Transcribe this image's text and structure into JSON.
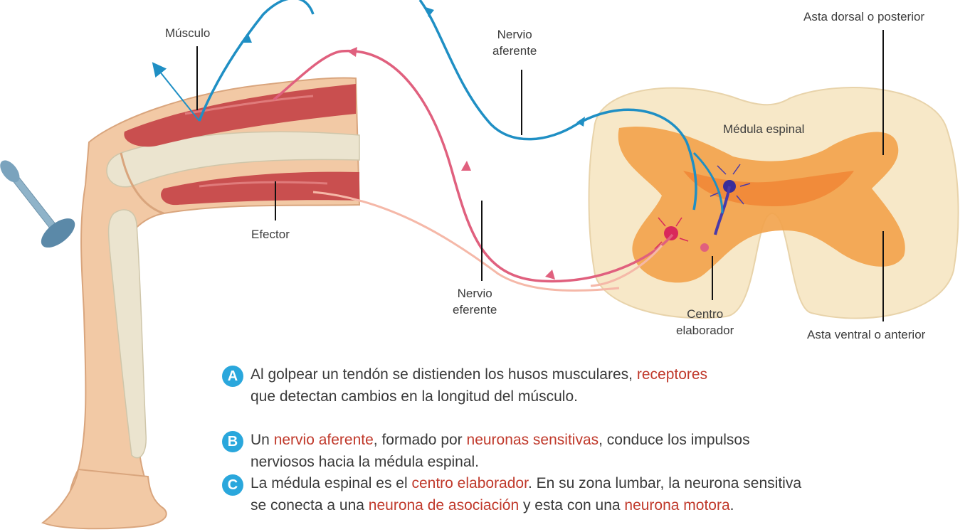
{
  "labels": {
    "musculo": "Músculo",
    "nervio_aferente": [
      "Nervio",
      "aferente"
    ],
    "asta_dorsal": "Asta dorsal o posterior",
    "medula": "Médula espinal",
    "efector": "Efector",
    "nervio_eferente": [
      "Nervio",
      "eferente"
    ],
    "centro": [
      "Centro",
      "elaborador"
    ],
    "asta_ventral": "Asta ventral o anterior"
  },
  "steps": [
    {
      "letter": "A",
      "lines": [
        [
          {
            "t": "Al golpear un tendón se distienden los husos musculares, "
          },
          {
            "t": "receptores",
            "hl": true
          }
        ],
        [
          {
            "t": "que detectan cambios en la longitud del músculo."
          }
        ]
      ]
    },
    {
      "letter": "B",
      "lines": [
        [
          {
            "t": "Un "
          },
          {
            "t": "nervio aferente",
            "hl": true
          },
          {
            "t": ", formado por "
          },
          {
            "t": "neuronas sensitivas",
            "hl": true
          },
          {
            "t": ", conduce los impulsos"
          }
        ],
        [
          {
            "t": "nerviosos hacia la médula espinal."
          }
        ]
      ]
    },
    {
      "letter": "C",
      "lines": [
        [
          {
            "t": "La médula espinal es el "
          },
          {
            "t": "centro elaborador",
            "hl": true
          },
          {
            "t": ". En su zona lumbar, la neurona sensitiva"
          }
        ],
        [
          {
            "t": "se conecta a una "
          },
          {
            "t": "neurona de asociación",
            "hl": true
          },
          {
            "t": " y esta con una "
          },
          {
            "t": "neurona motora",
            "hl": true
          },
          {
            "t": "."
          }
        ]
      ]
    }
  ],
  "colors": {
    "afferent": "#1f8fc4",
    "efferent": "#e0607e",
    "highlight": "#c0392b",
    "badge": "#2aa7dc"
  }
}
